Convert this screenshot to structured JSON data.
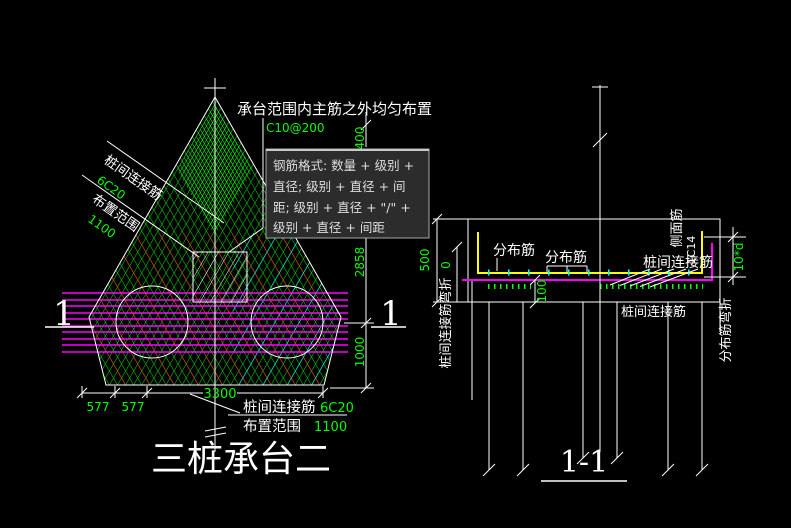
{
  "colors": {
    "background": "#000000",
    "line": "#ffffff",
    "dim_green": "#00ff00",
    "hatch_green": "#00e000",
    "hatch_red": "#ff2222",
    "hatch_cyan": "#00ffff",
    "rebar_magenta": "#ff00ff",
    "rebar_yellow": "#ffff00",
    "tooltip_bg": "#2c2c2c",
    "tooltip_border": "#a8a8a8"
  },
  "plan": {
    "title": "三桩承台二",
    "top_note": "承台范围内主筋之外均匀布置",
    "top_note_spec": "C10@200",
    "pile_link_label": "桩间连接筋",
    "pile_link_spec": "6C20",
    "range_label": "布置范围",
    "range_value": "1100",
    "section_mark": "1",
    "dim_top": "400",
    "dim_upper": "2858",
    "dim_lower": "1000",
    "dim_577a": "577",
    "dim_577b": "577",
    "dim_3300": "3300",
    "bottom_pile_link_label": "桩间连接筋",
    "bottom_pile_link_spec": "6C20",
    "bottom_range_label": "布置范围",
    "bottom_range_value": "1100"
  },
  "tooltip": {
    "line1": "钢筋格式: 数量 + 级别 +",
    "line2": "直径; 级别 + 直径 + 间",
    "line3": "距; 级别 + 直径 + \"/\" +",
    "line4": "级别 + 直径 + 间距"
  },
  "section": {
    "title": "1-1",
    "dist_bar_label_1": "分布筋",
    "dist_bar_label_2": "分布筋",
    "pile_link_label_top": "桩间连接筋",
    "pile_link_label_bottom": "桩间连接筋",
    "side_bar_label": "侧面筋",
    "side_bar_spec": "1C14",
    "anchor_dim": "10*d",
    "pile_link_bend_label": "桩间连接筋弯折",
    "dist_bar_bend_label": "分布筋弯折",
    "dim_height": "500",
    "dim_zero": "0",
    "dim_hook": "100"
  }
}
